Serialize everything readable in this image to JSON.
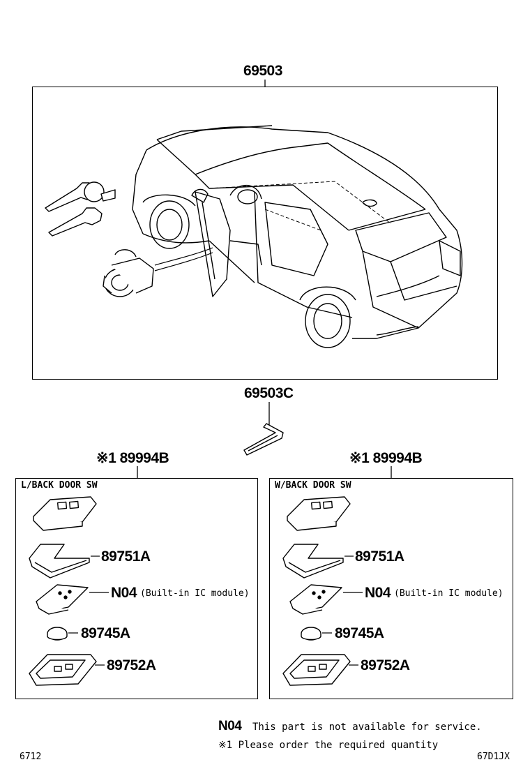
{
  "main_assembly": {
    "part_number": "69503"
  },
  "blank_key": {
    "part_number": "69503C"
  },
  "left_kit": {
    "part_number": "※1 89994B",
    "variant_label": "L/BACK DOOR SW",
    "parts": [
      {
        "pn": "89751A",
        "desc": ""
      },
      {
        "pn": "N04",
        "desc": "(Built-in IC module)"
      },
      {
        "pn": "89745A",
        "desc": ""
      },
      {
        "pn": "89752A",
        "desc": ""
      }
    ]
  },
  "right_kit": {
    "part_number": "※1 89994B",
    "variant_label": "W/BACK DOOR SW",
    "parts": [
      {
        "pn": "89751A",
        "desc": ""
      },
      {
        "pn": "N04",
        "desc": "(Built-in IC module)"
      },
      {
        "pn": "89745A",
        "desc": ""
      },
      {
        "pn": "89752A",
        "desc": ""
      }
    ]
  },
  "notes": {
    "n04_code": "N04",
    "n04_text": "This part is not available for service.",
    "quantity_note": "※1 Please order the required quantity"
  },
  "footer": {
    "left_code": "6712",
    "right_code": "67D1JX"
  }
}
